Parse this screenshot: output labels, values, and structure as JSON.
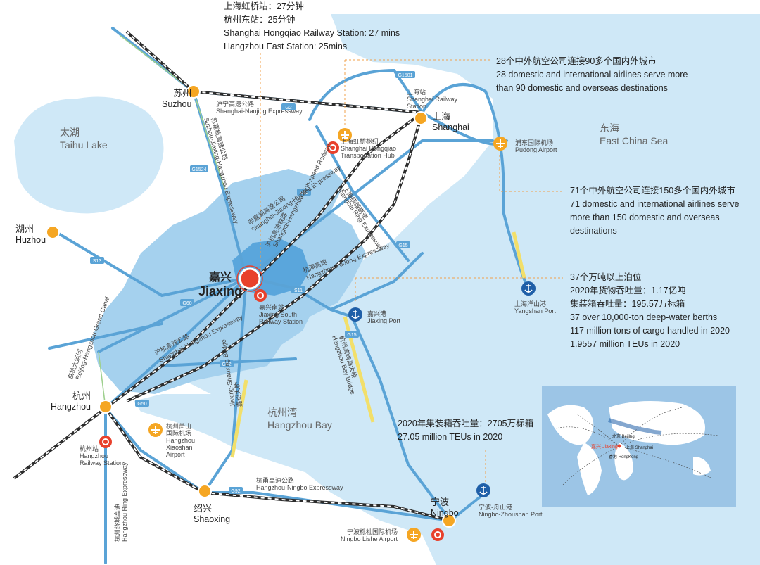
{
  "cities": {
    "jiaxing": {
      "zh": "嘉兴",
      "en": "Jiaxing"
    },
    "shanghai": {
      "zh": "上海",
      "en": "Shanghai"
    },
    "suzhou": {
      "zh": "苏州",
      "en": "Suzhou"
    },
    "huzhou": {
      "zh": "湖州",
      "en": "Huzhou"
    },
    "hangzhou": {
      "zh": "杭州",
      "en": "Hangzhou"
    },
    "shaoxing": {
      "zh": "绍兴",
      "en": "Shaoxing"
    },
    "ningbo": {
      "zh": "宁波",
      "en": "Ningbo"
    }
  },
  "water": {
    "taihu": {
      "zh": "太湖",
      "en": "Taihu Lake"
    },
    "east_sea": {
      "zh": "东海",
      "en": "East China Sea"
    },
    "hz_bay": {
      "zh": "杭州湾",
      "en": "Hangzhou Bay"
    }
  },
  "facilities": {
    "sh_station": {
      "zh": "上海站",
      "en1": "Shanghai Railway",
      "en2": "Station"
    },
    "hongqiao": {
      "zh": "上海虹桥枢纽",
      "en1": "Shanghai Hongqiao",
      "en2": "Transportation Hub"
    },
    "pudong": {
      "zh": "浦东国际机场",
      "en": "Pudong  Airport"
    },
    "yangshan": {
      "zh": "上海洋山港",
      "en": "Yangshan Port"
    },
    "jx_south": {
      "zh": "嘉兴南站",
      "en1": "Jiaxing South",
      "en2": "Railway Station"
    },
    "jx_port": {
      "zh": "嘉兴港",
      "en": "Jiaxing Port"
    },
    "hz_airport": {
      "zh1": "杭州萧山",
      "zh2": "国际机场",
      "en1": "Hangzhou",
      "en2": "Xiaoshan",
      "en3": "Airport"
    },
    "hz_station": {
      "zh": "杭州站",
      "en1": "Hangzhou",
      "en2": "Railway Station"
    },
    "nb_airport": {
      "zh": "宁波栎社国际机场",
      "en": "Ningbo Lishe Airport"
    },
    "nb_port": {
      "zh": "宁波-舟山港",
      "en": "Ningbo-Zhoushan Port"
    }
  },
  "roads": {
    "g2": "G2",
    "g1501": "G1501",
    "g15": "G15",
    "g92": "G92",
    "g60": "G60",
    "g50": "G50",
    "s13": "S13",
    "s12": "S12",
    "s11": "S11",
    "g1524": "G1524",
    "g15b": "G15",
    "hn_zh": "沪宁高速公路",
    "hn_en": "Shanghai-Nanjing Expressway",
    "sj_zh": "苏嘉杭高速公路",
    "sj_en": "Suzhou-Jiaxing-Hangzhou Expressway",
    "sh_ring_zh": "上海绕城高速",
    "sh_ring_en": "Shanghai Ring Expressway",
    "sjh_zh": "申嘉湖高速公路",
    "sjh_en": "Shanghai-Jiaxing-Huzhou Expressway",
    "hzhs_zh": "沪杭高速铁路",
    "hzhs_en": "Shanghai-Hangzhou High-speed Railway",
    "hp_zh": "杭浦高速",
    "hp_en": "Hangzhou-Pudong Expressway",
    "hk_zh": "沪杭高速公路",
    "hk_en": "Shanghai-Hangzhou Expressway",
    "canal_zh": "京杭大运河",
    "canal_en": "Beijing-Hangzhou Grand Canal",
    "hzbay_bridge_zh": "杭州湾跨海大桥",
    "hzbay_bridge_en": "Hangzhou Bay Bridge",
    "jsb_zh": "嘉绍大桥",
    "jsb_en": "Jiaxing-Shaoxing Bridge",
    "hn_exp_zh": "杭甬高速公路",
    "hn_exp_en": "Hangzhou-Ningbo Expressway",
    "hz_ring_zh": "杭州绕城高速",
    "hz_ring_en": "Hangzhou Ring Expressway"
  },
  "info": {
    "top": [
      "上海虹桥站：27分钟",
      "杭州东站：25分钟",
      "Shanghai Hongqiao Railway Station: 27 mins",
      "Hangzhou East Station: 25mins"
    ],
    "hongqiao_air": [
      "28个中外航空公司连接90多个国内外城市",
      "28 domestic and international airlines serve more",
      "than 90 domestic and overseas destinations"
    ],
    "pudong_air": [
      "71个中外航空公司连接150多个国内外城市",
      "71 domestic and international airlines serve",
      "more than 150 domestic and overseas",
      "destinations"
    ],
    "yangshan": [
      "37个万吨以上泊位",
      "2020年货物吞吐量：1.17亿吨",
      "集装箱吞吐量：195.57万标箱",
      "37 over 10,000-ton deep-water berths",
      "117 million tons of cargo handled in 2020",
      "1.9557 million TEUs in 2020"
    ],
    "ningbo": [
      "2020年集装箱吞吐量：2705万标箱",
      "27.05 million TEUs in 2020"
    ]
  },
  "inset": {
    "center_zh": "嘉兴",
    "center_en": "Jiaxing",
    "sh": "上海 Shanghai",
    "beijing": "北京 Beijing",
    "hk": "香港 HongKong"
  },
  "colors": {
    "sea": "#cfe8f7",
    "land": "#ffffff",
    "jiaxing_region": "#a5d1ee",
    "jiaxing_core": "#5aa6dc",
    "highway": "#5aa3d6",
    "city_dot": "#f5a623",
    "center": "#e8412c",
    "rail": "#2b2b2b",
    "bridge": "#f2df6a",
    "leader": "#f0a04b"
  }
}
